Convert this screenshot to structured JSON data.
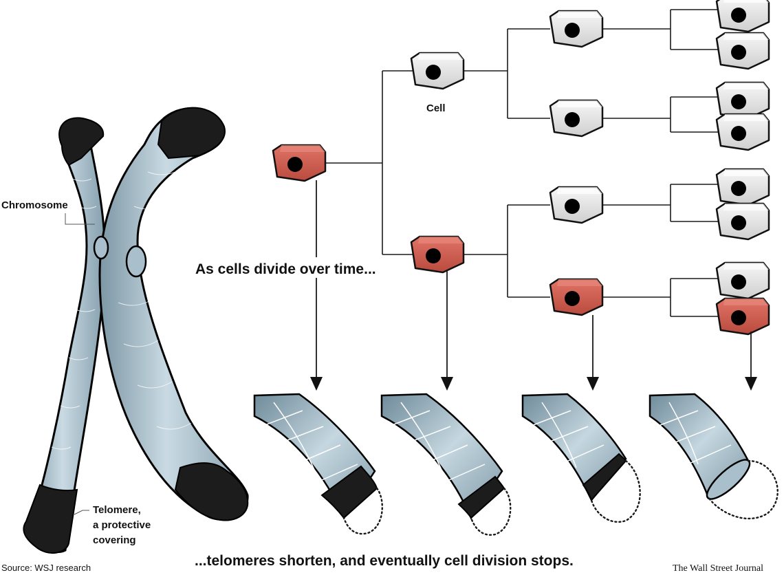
{
  "labels": {
    "chromosome": "Chromosome",
    "telomere_line1": "Telomere,",
    "telomere_line2": "a protective",
    "telomere_line3": "covering",
    "cell": "Cell",
    "divide": "As cells divide over time...",
    "shorten": "...telomeres shorten, and eventually cell division stops.",
    "source": "Source: WSJ research",
    "credit": "The Wall Street Journal"
  },
  "colors": {
    "chromatid_blue": "#b4cad6",
    "telomere_black": "#1c1c1c",
    "cell_red": "#d0584a",
    "cell_gray": "#e9e9e9",
    "nucleus": "#000000"
  },
  "cell_states": {
    "root": "red",
    "upper": "gray",
    "lower": "red",
    "lower_lower": "red",
    "final_tracked": "red",
    "others": "gray"
  },
  "telomere_stages": [
    {
      "stage": 1,
      "telomere_remaining": "full"
    },
    {
      "stage": 2,
      "telomere_remaining": "shorter"
    },
    {
      "stage": 3,
      "telomere_remaining": "short"
    },
    {
      "stage": 4,
      "telomere_remaining": "none"
    }
  ]
}
